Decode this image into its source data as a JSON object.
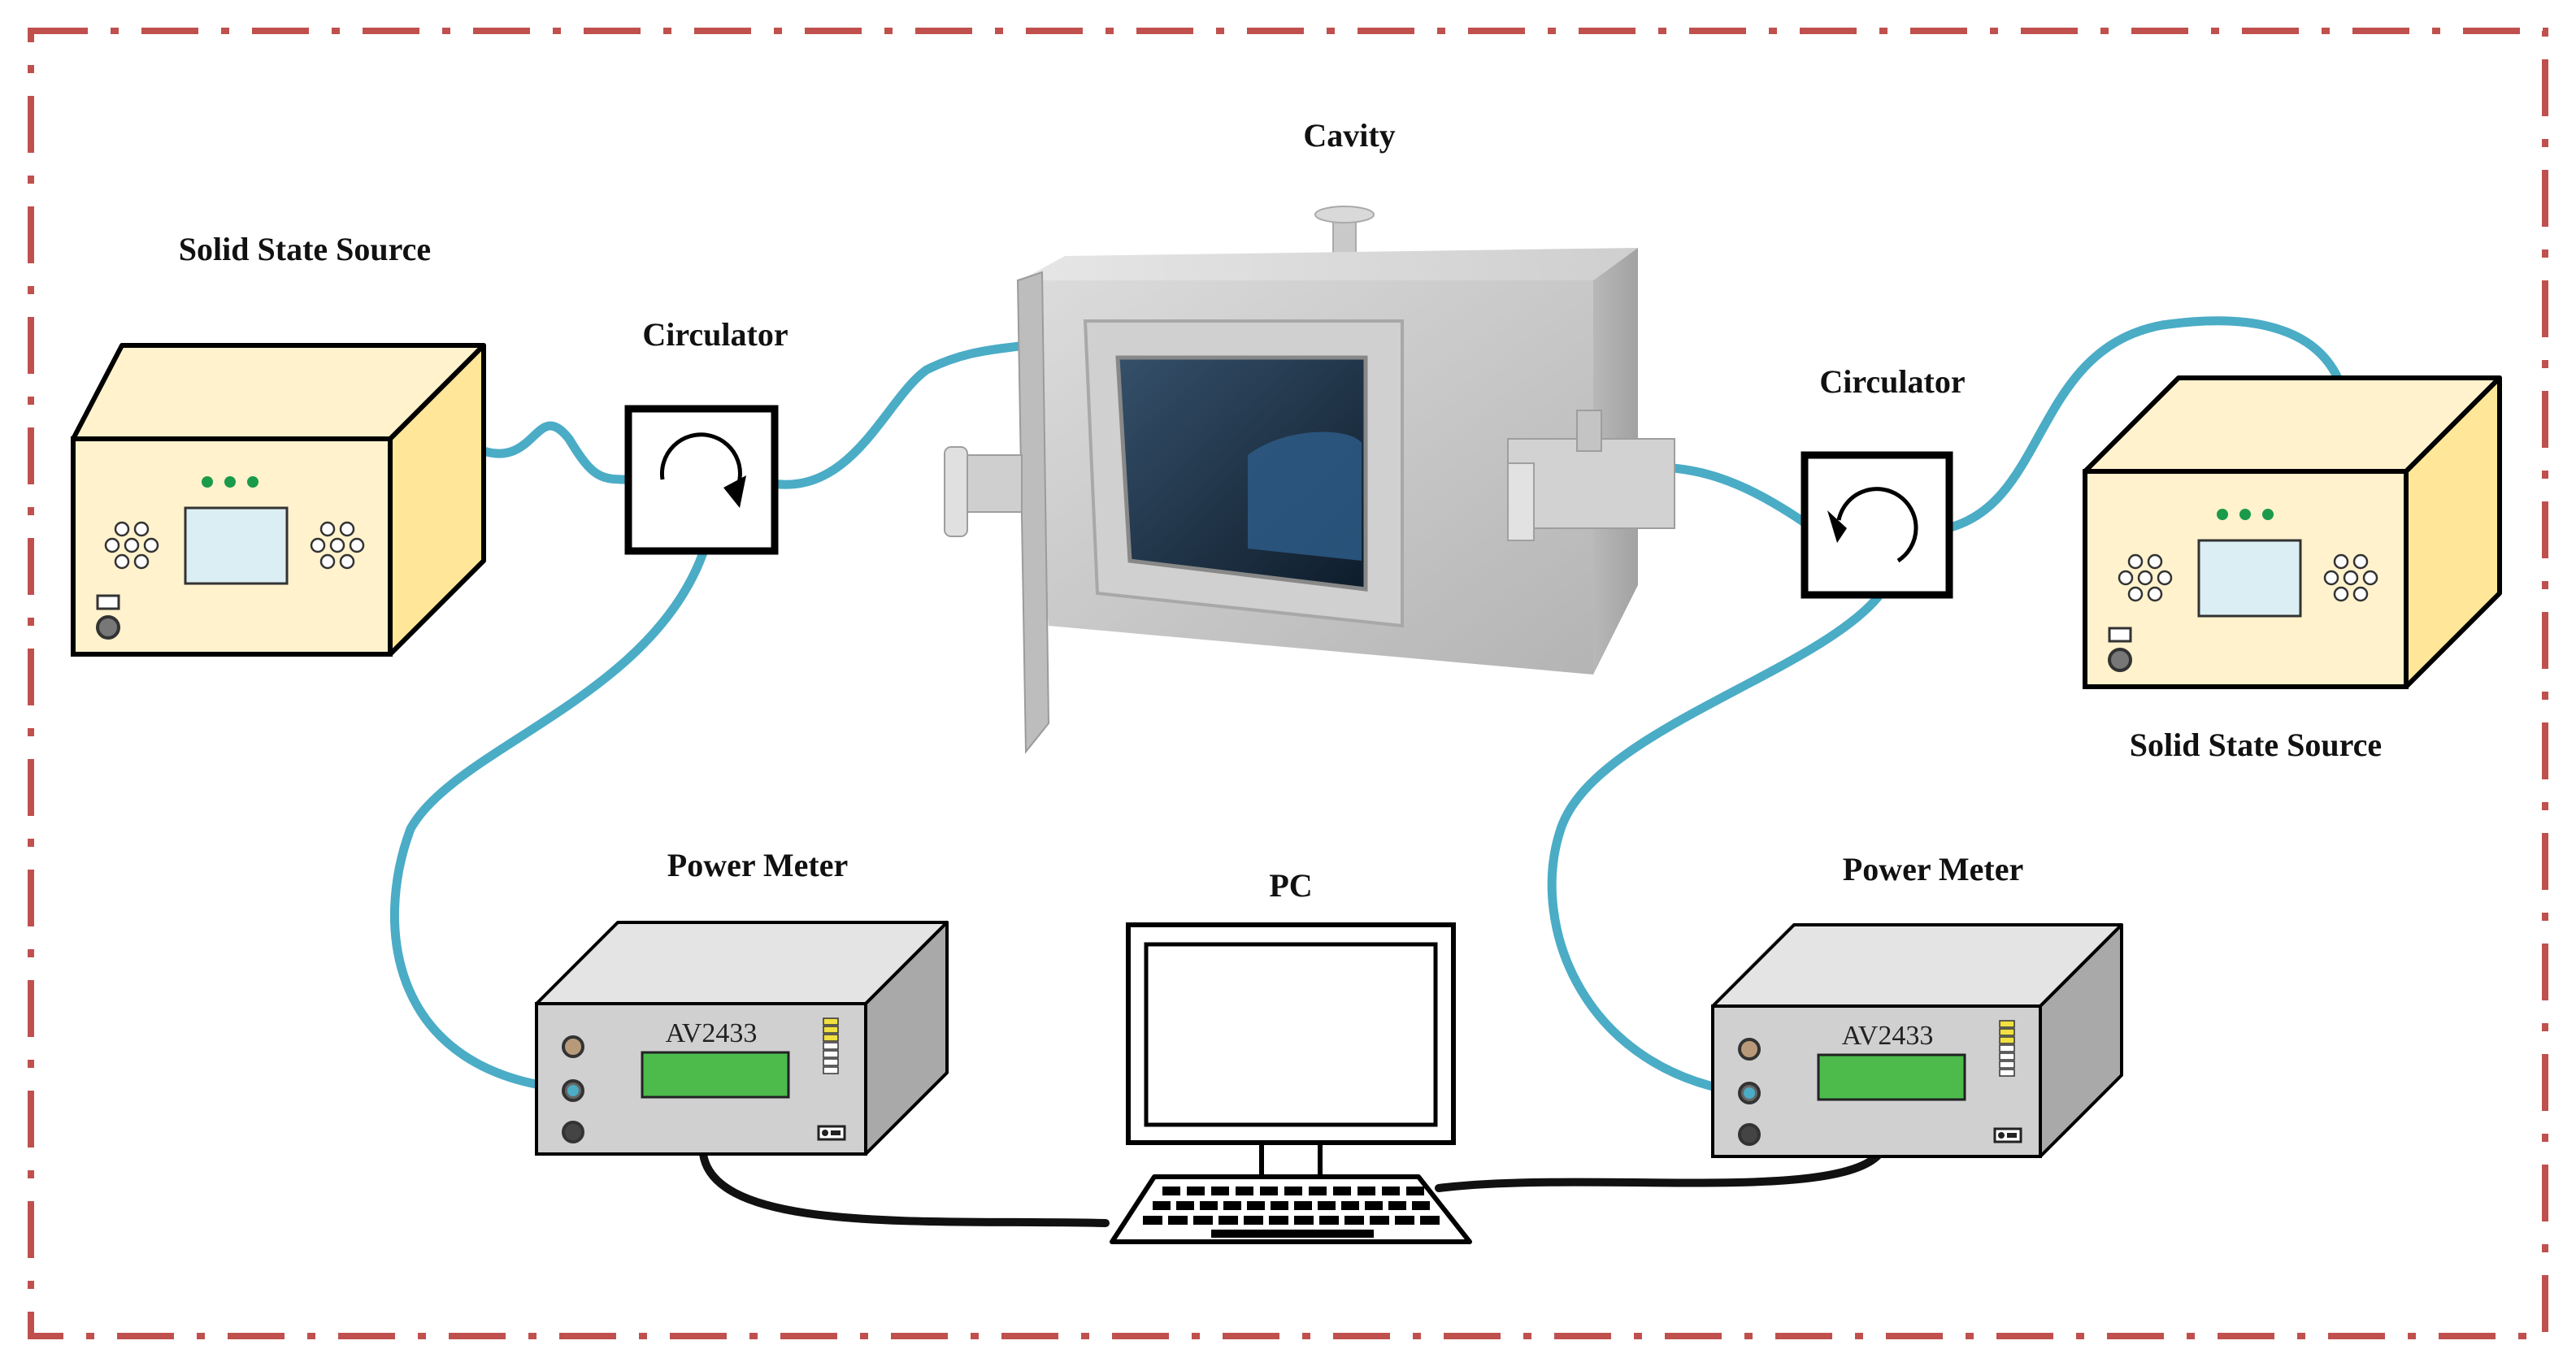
{
  "labels": {
    "cavity": "Cavity",
    "source_left": "Solid State Source",
    "source_right": "Solid State Source",
    "circulator_left": "Circulator",
    "circulator_right": "Circulator",
    "meter_left": "Power Meter",
    "meter_right": "Power Meter",
    "pc": "PC"
  },
  "meter_model": "AV2433",
  "colors": {
    "border": "#c0504d",
    "cable_rf": "#4bacc6",
    "cable_data": "#111111",
    "source_body": "#fff2cc",
    "source_side": "#ffe699",
    "meter_body": "#d0d0d0",
    "meter_display": "#4cbb4c",
    "cavity_body": "#c8c8c8",
    "cavity_window": "#1f3a55"
  },
  "icons": {
    "circulator": "circulator-arrow-icon",
    "computer": "desktop-computer-icon",
    "keyboard": "keyboard-icon"
  }
}
